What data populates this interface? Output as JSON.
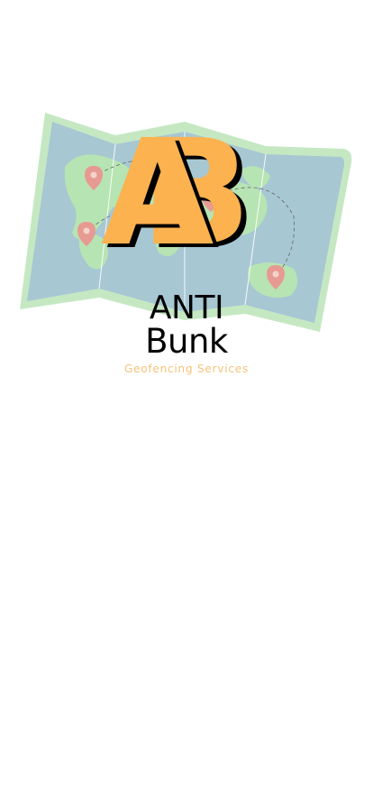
{
  "logo": {
    "monogram_left": "A",
    "monogram_right": "B",
    "brand_line1": "ANTI",
    "brand_line2": "Bunk",
    "tagline": "Geofencing Services",
    "icon": "world-map-icon"
  },
  "colors": {
    "background": "#ffffff",
    "map_border": "#c5e8c3",
    "map_ocean": "#a7c7d3",
    "map_land": "#b7e4b3",
    "pin": "#e79a92",
    "accent": "#fbb24f",
    "tagline": "#f7c27a",
    "text": "#000000"
  }
}
